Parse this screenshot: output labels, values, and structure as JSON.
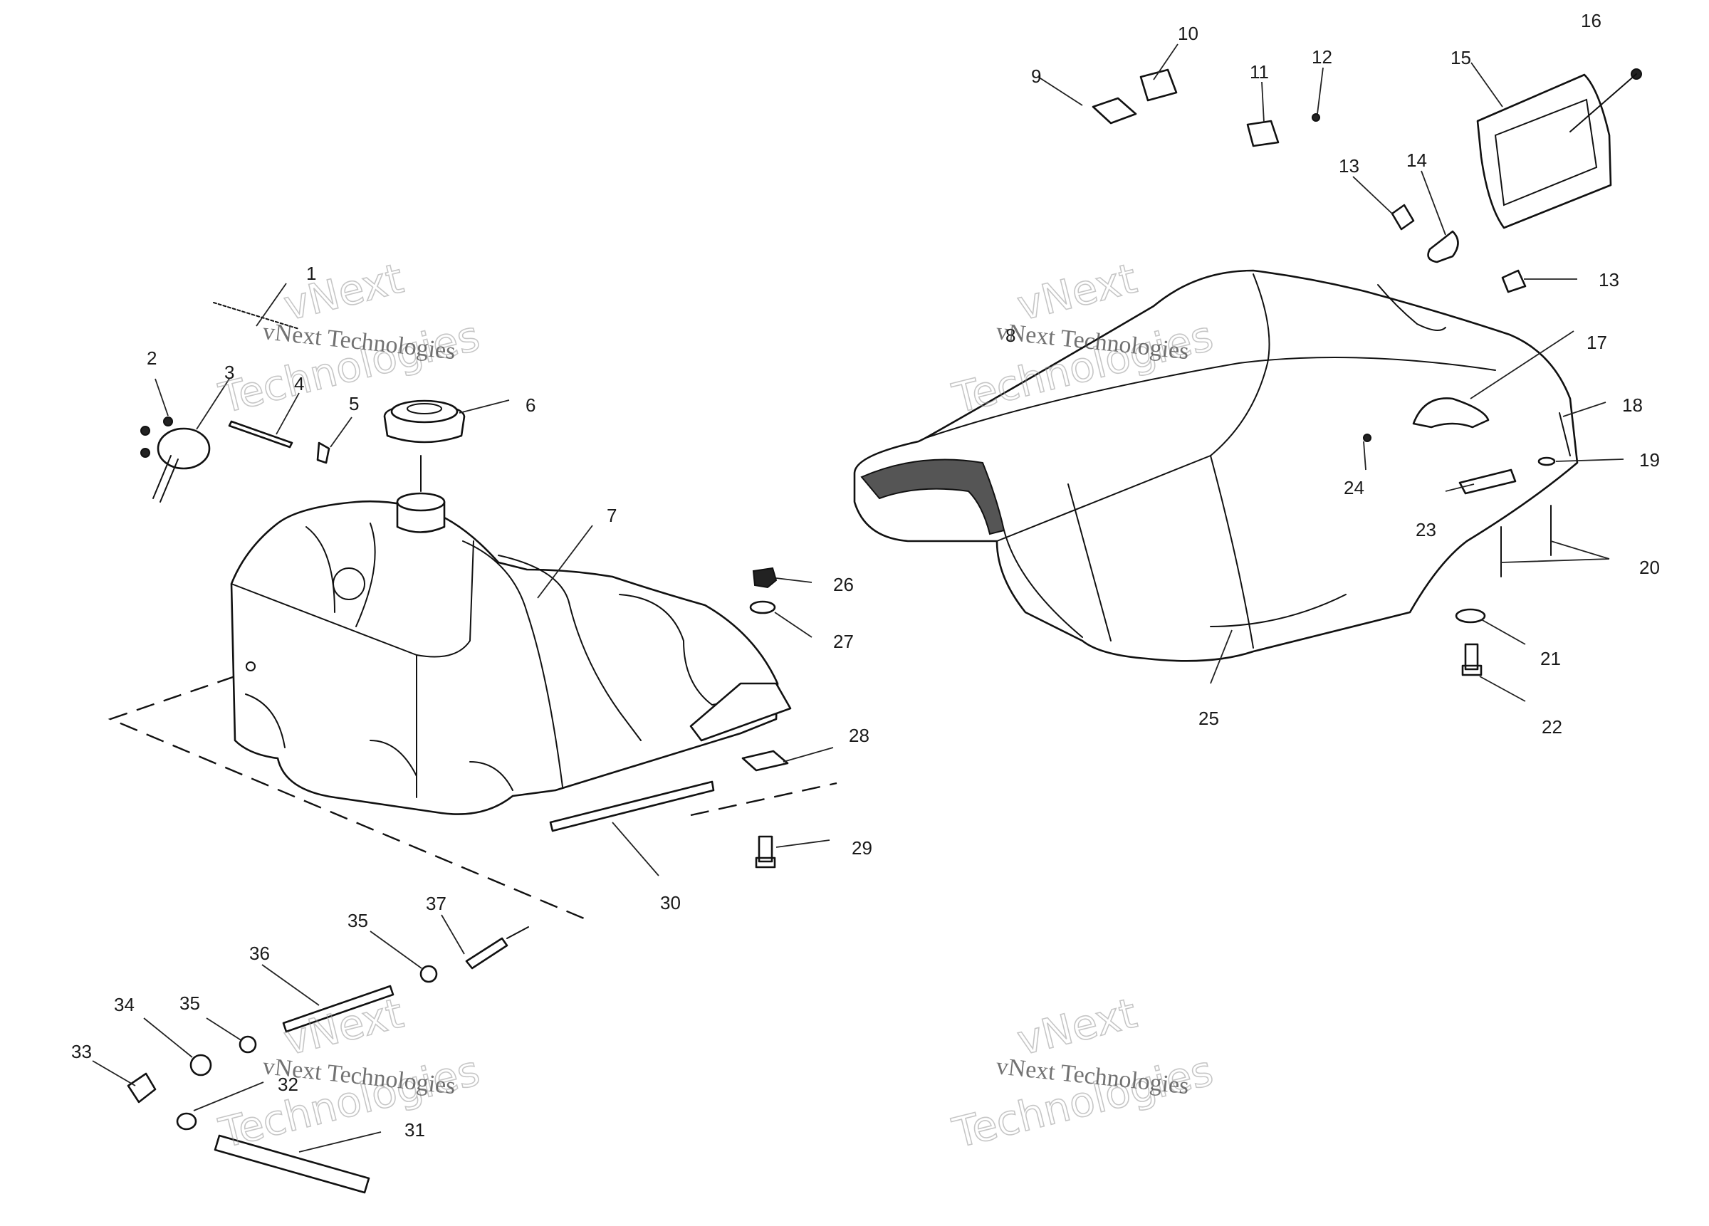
{
  "watermark": {
    "line1": "vNext Technologies",
    "line2a": "vNext",
    "line2b": "Technologies"
  },
  "callouts": [
    "1",
    "2",
    "3",
    "4",
    "5",
    "6",
    "7",
    "8",
    "9",
    "10",
    "11",
    "12",
    "13",
    "13",
    "14",
    "15",
    "16",
    "17",
    "18",
    "19",
    "20",
    "21",
    "22",
    "23",
    "24",
    "25",
    "26",
    "27",
    "28",
    "29",
    "30",
    "31",
    "32",
    "33",
    "34",
    "35",
    "35",
    "36",
    "37"
  ]
}
